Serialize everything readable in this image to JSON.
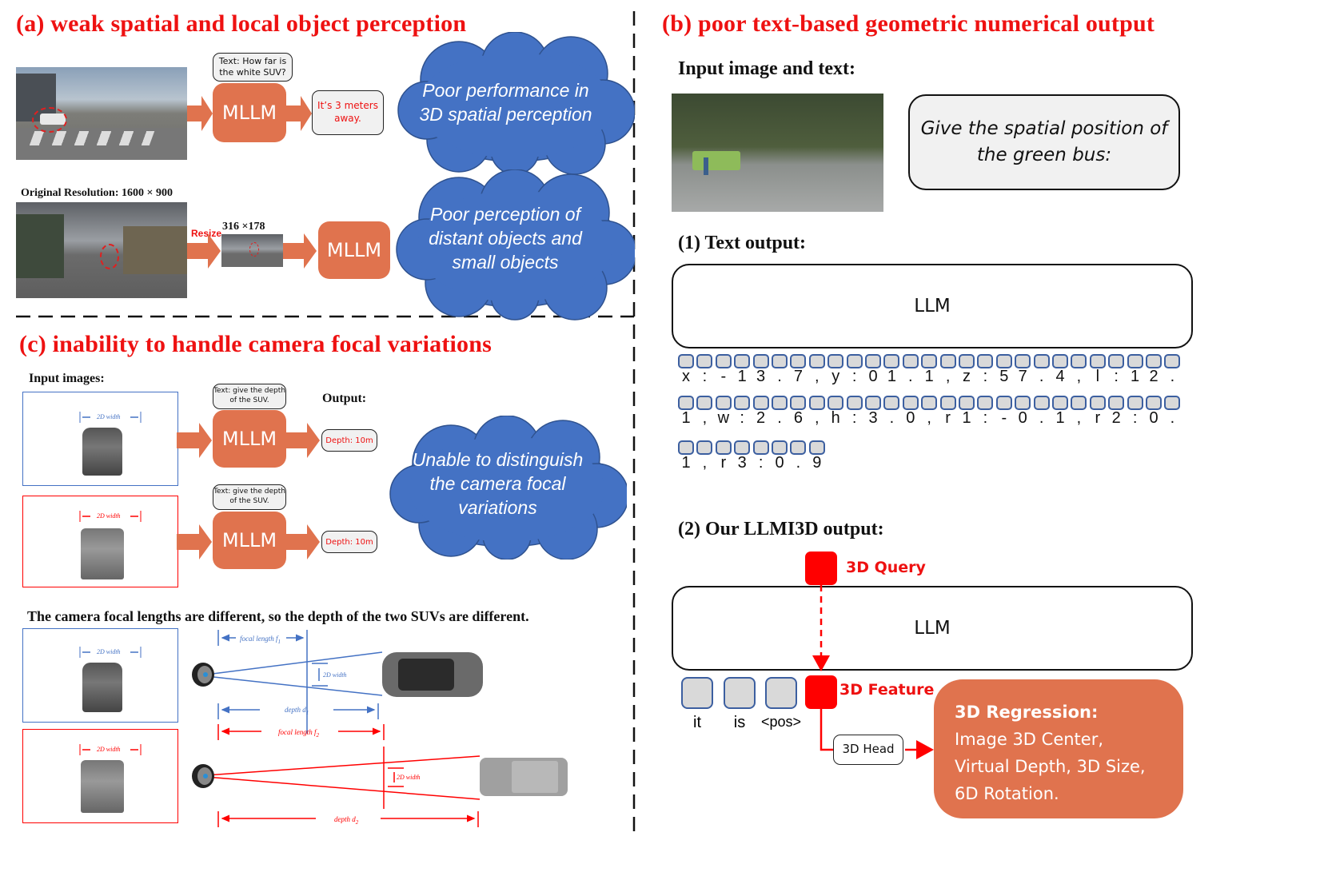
{
  "panel_a": {
    "title": "(a) weak spatial and local object perception",
    "row1": {
      "query_bubble": "Text: How far is the white SUV?",
      "model": "MLLM",
      "answer": "It’s 3 meters away.",
      "cloud": "Poor performance in 3D spatial perception"
    },
    "row2": {
      "original_label": "Original Resolution: 1600 × 900",
      "resize_label": "Resize",
      "resized_label": "316 ×178",
      "model": "MLLM",
      "cloud": "Poor perception of distant objects and small objects"
    }
  },
  "panel_b": {
    "title": "(b) poor text-based geometric numerical output",
    "input_label": "Input image and text:",
    "prompt": "Give the spatial position of the green bus:",
    "text_output_label": "(1) Text output:",
    "llm_label": "LLM",
    "token_rows": [
      [
        "x",
        ":",
        "-",
        "1",
        "3",
        ".",
        "7",
        ",",
        "y",
        ":",
        "0",
        "1",
        ".",
        "1",
        ",",
        "z",
        ":",
        "5",
        "7",
        ".",
        "4",
        ",",
        "l",
        ":",
        "1",
        "2",
        "."
      ],
      [
        "1",
        ",",
        "w",
        ":",
        "2",
        ".",
        "6",
        ",",
        "h",
        ":",
        "3",
        ".",
        "0",
        ",",
        "r",
        "1",
        ":",
        "-",
        "0",
        ".",
        "1",
        ",",
        "r",
        "2",
        ":",
        "0",
        "."
      ],
      [
        "1",
        ",",
        "r",
        "3",
        ":",
        "0",
        ".",
        "9"
      ]
    ],
    "our_output_label": "(2) Our LLMI3D output:",
    "query_label": "3D Query",
    "llm2_label": "LLM",
    "feature_label": "3D Feature",
    "tokens2": [
      "it",
      "is",
      "<pos>"
    ],
    "head_label": "3D Head",
    "regression_title": "3D Regression:",
    "regression_lines": [
      "Image 3D Center,",
      "Virtual Depth, 3D Size,",
      "6D Rotation."
    ]
  },
  "panel_c": {
    "title": "(c) inability to handle camera focal variations",
    "input_label": "Input images:",
    "output_label": "Output:",
    "width_label": "2D width",
    "query_bubble": "Text: give the depth of the SUV.",
    "model": "MLLM",
    "answer": "Depth: 10m",
    "cloud": "Unable to distinguish the camera focal variations",
    "caption": "The camera focal lengths are different, so the depth of the two SUVs are different.",
    "focal1": "focal length f",
    "focal1_sub": "1",
    "depth1": "depth d",
    "depth1_sub": "1",
    "focal2": "focal length f",
    "focal2_sub": "2",
    "depth2": "depth d",
    "depth2_sub": "2"
  },
  "colors": {
    "title_red": "#ee1111",
    "mllm_orange": "#e0734e",
    "cloud_blue": "#4472c4",
    "token_border": "#3c5fa0",
    "diagram_blue": "#4472c4",
    "diagram_red": "#ff0000"
  }
}
